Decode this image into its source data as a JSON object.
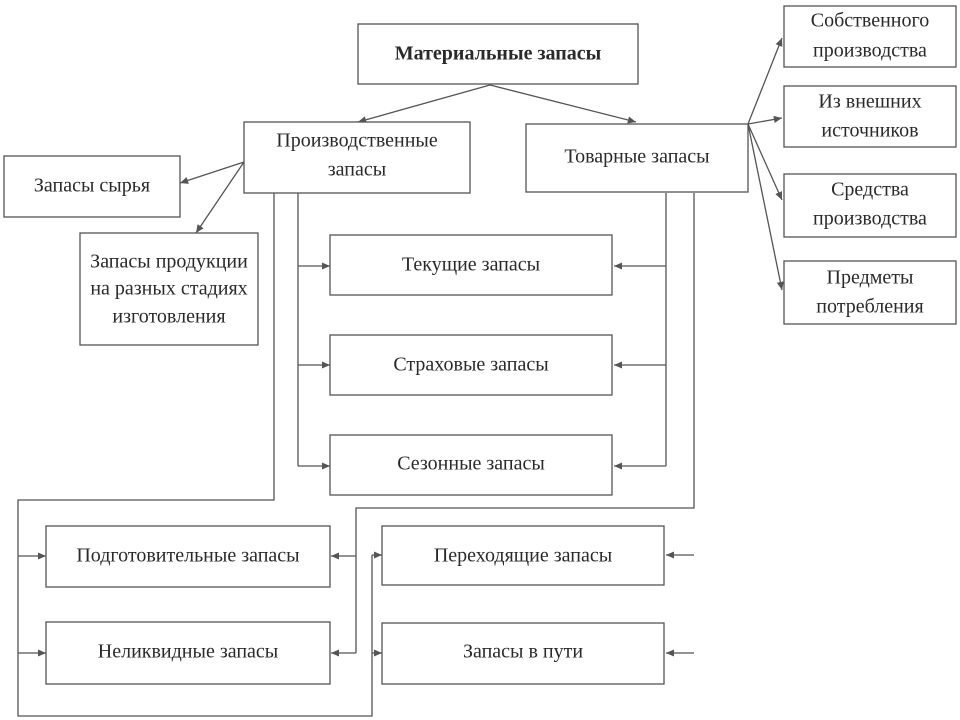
{
  "diagram": {
    "root": "Материальные запасы",
    "production": [
      "Производственные",
      "запасы"
    ],
    "trade": "Товарные запасы",
    "raw": "Запасы сырья",
    "wip": [
      "Запасы продукции",
      "на разных стадиях",
      "изготовления"
    ],
    "own": [
      "Собственного",
      "производства"
    ],
    "external": [
      "Из внешних",
      "источников"
    ],
    "means": [
      "Средства",
      "производства"
    ],
    "consumer": [
      "Предметы",
      "потребления"
    ],
    "current": "Текущие запасы",
    "insurance": "Страховые запасы",
    "seasonal": "Сезонные запасы",
    "preparatory": "Подготовительные запасы",
    "illiquid": "Неликвидные запасы",
    "carryover": "Переходящие запасы",
    "transit": "Запасы в пути"
  }
}
